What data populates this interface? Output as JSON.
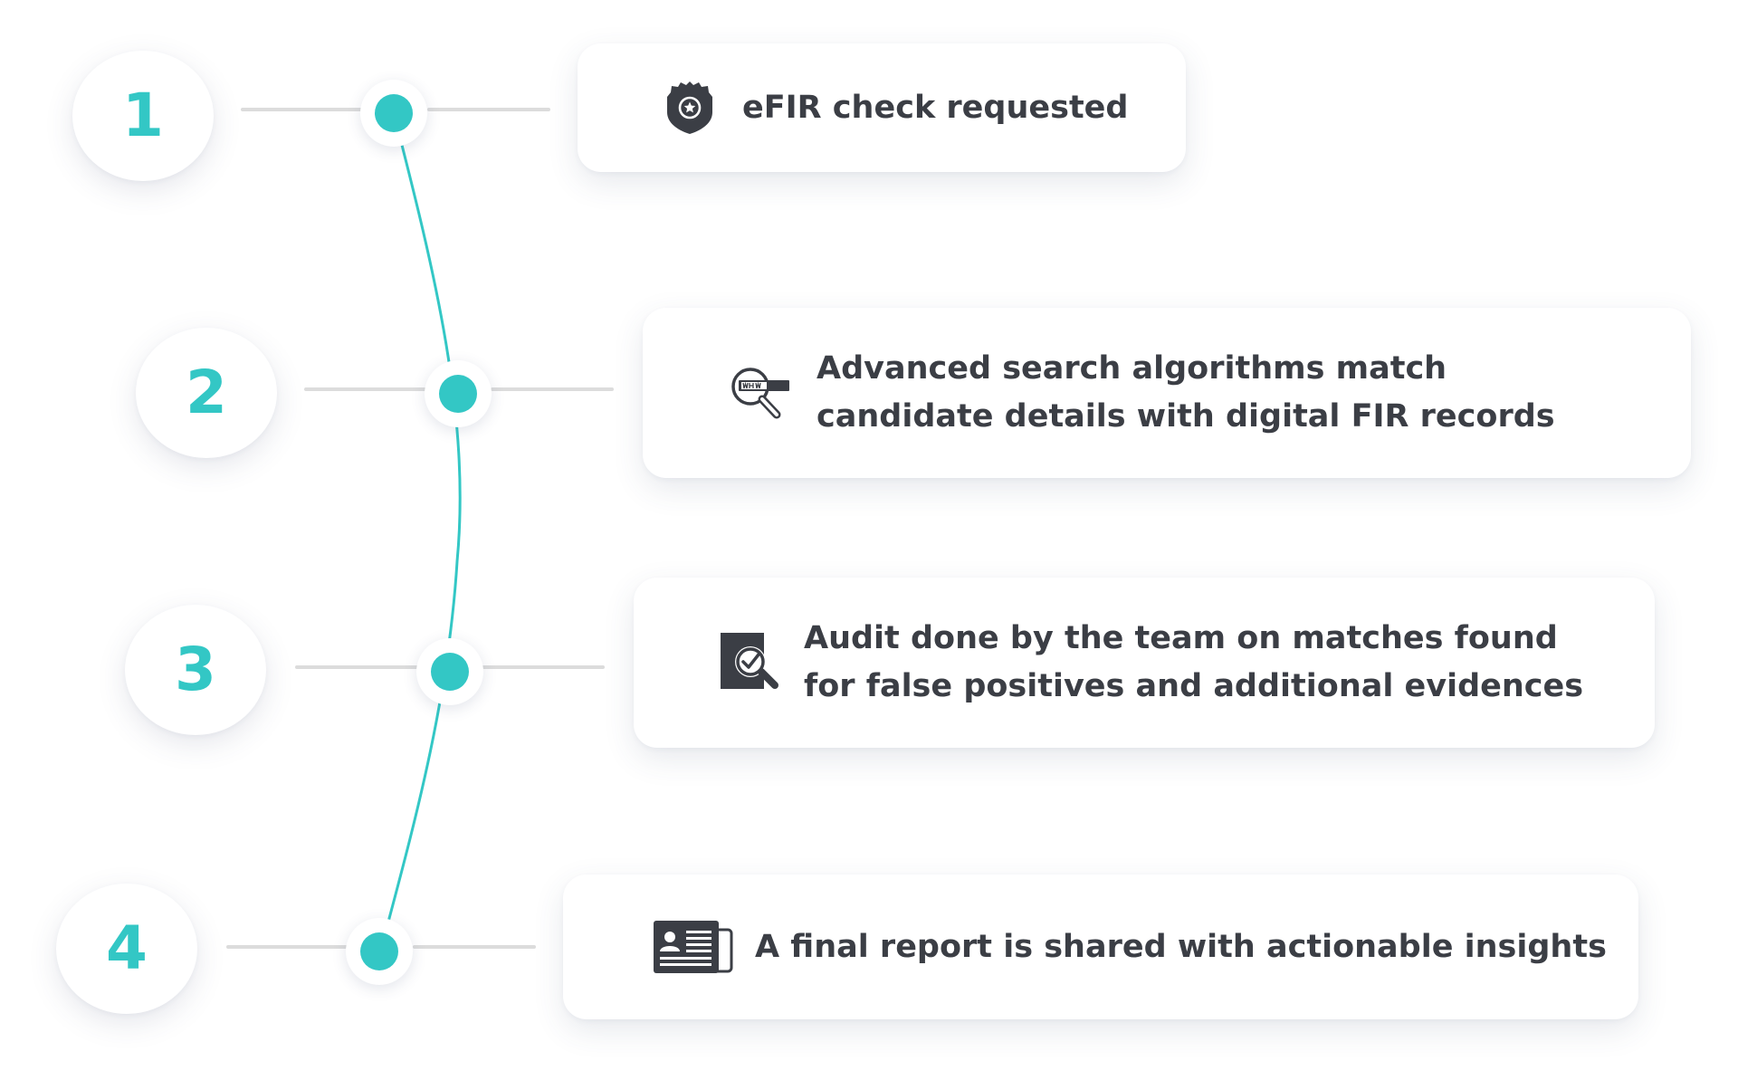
{
  "accent_color": "#33c7c5",
  "text_color": "#3b3e45",
  "icon_color": "#3b3e45",
  "steps": [
    {
      "number": "1",
      "text": "eFIR check requested",
      "icon": "police-badge-icon"
    },
    {
      "number": "2",
      "text": "Advanced search algorithms match candidate details with digital FIR records",
      "icon": "magnifier-search-icon"
    },
    {
      "number": "3",
      "text": "Audit done by the team on matches found for false positives and additional evidences",
      "icon": "audit-check-icon"
    },
    {
      "number": "4",
      "text": "A final report is shared with actionable insights",
      "icon": "report-document-icon"
    }
  ]
}
